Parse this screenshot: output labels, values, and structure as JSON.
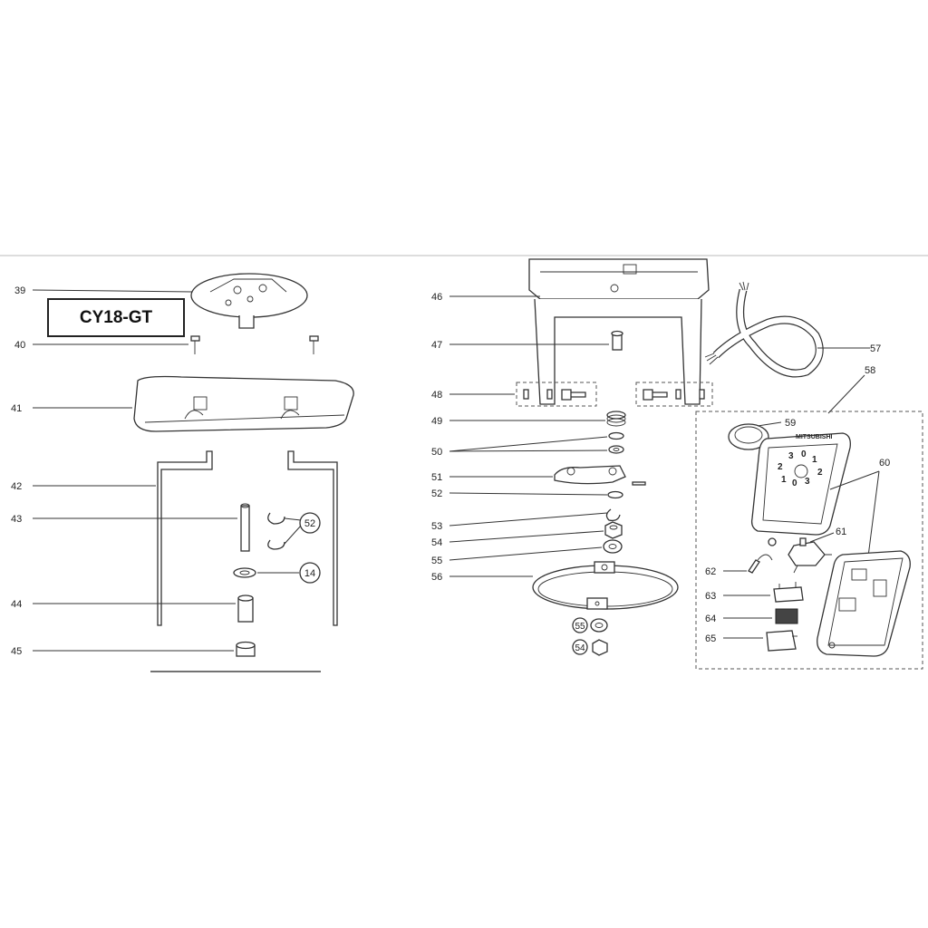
{
  "model": "CY18-GT",
  "left_callouts": [
    "39",
    "40",
    "41",
    "42",
    "43",
    "44",
    "45"
  ],
  "left_circled": [
    "52",
    "14"
  ],
  "right_callouts": [
    "46",
    "47",
    "48",
    "49",
    "50",
    "51",
    "52",
    "53",
    "54",
    "55",
    "56",
    "57",
    "58",
    "59",
    "60",
    "61",
    "62",
    "63",
    "64",
    "65"
  ],
  "right_circled": [
    "55",
    "54"
  ],
  "brand": "MITSUBISHI",
  "dial_numbers": [
    "3",
    "0",
    "1",
    "2",
    "2",
    "1",
    "0",
    "3"
  ]
}
